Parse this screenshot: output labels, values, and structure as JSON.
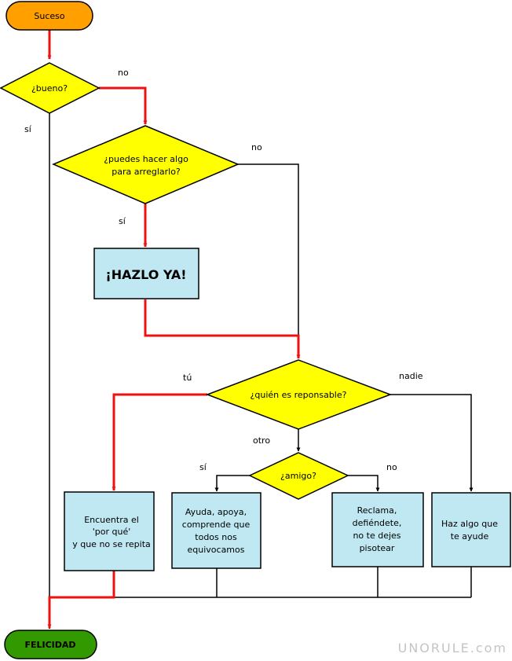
{
  "colors": {
    "start": "#ff9f00",
    "end": "#339900",
    "decision": "#ffff00",
    "box": "#bfe8f2",
    "hot_path": "#ee1111",
    "line": "#000000",
    "watermark": "#c4c4c4"
  },
  "nodes": {
    "start": "Suceso",
    "good": "¿bueno?",
    "can_fix_1": "¿puedes hacer algo",
    "can_fix_2": "para arreglarlo?",
    "do_it": "¡HAZLO YA!",
    "who": "¿quién es reponsable?",
    "friend": "¿amigo?",
    "find_why_1": "Encuentra el",
    "find_why_2": "'por qué'",
    "find_why_3": "y que no se repita",
    "help_1": "Ayuda, apoya,",
    "help_2": "comprende que",
    "help_3": "todos nos",
    "help_4": "equivocamos",
    "claim_1": "Reclama,",
    "claim_2": "defiéndete,",
    "claim_3": "no te dejes",
    "claim_4": "pisotear",
    "do_something_1": "Haz algo que",
    "do_something_2": "te ayude",
    "end": "FELICIDAD"
  },
  "edges": {
    "good_no": "no",
    "good_yes": "sí",
    "fix_no": "no",
    "fix_yes": "sí",
    "who_you": "tú",
    "who_nobody": "nadie",
    "who_other": "otro",
    "friend_yes": "sí",
    "friend_no": "no"
  },
  "watermark": "UNORULE.com"
}
